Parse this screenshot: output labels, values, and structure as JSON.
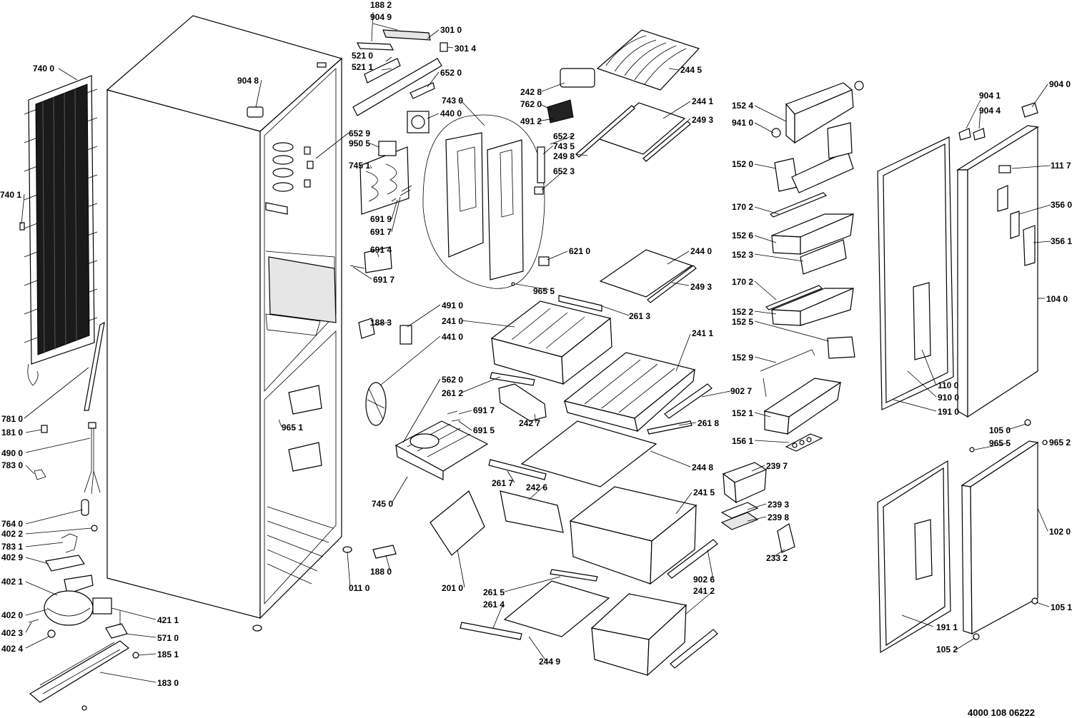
{
  "labels": {
    "l7400": "740 0",
    "l7401": "740 1",
    "l7810": "781 0",
    "l1810": "181 0",
    "l4900": "490 0",
    "l7830": "783 0",
    "l7640": "764 0",
    "l4022": "402 2",
    "l7831": "783 1",
    "l4029": "402 9",
    "l4021": "402 1",
    "l4020": "402 0",
    "l4023": "402 3",
    "l4024": "402 4",
    "l4211": "421 1",
    "l5710": "571 0",
    "l1851": "185 1",
    "l1830": "183 0",
    "l9048": "904 8",
    "l0110": "011 0",
    "l1882": "188 2",
    "l9049": "904 9",
    "l3010": "301 0",
    "l3014": "301 4",
    "l5210": "521 0",
    "l5211": "521 1",
    "l6520": "652 0",
    "l7430": "743 0",
    "l4400": "440 0",
    "l6529": "652 9",
    "l9505": "950 5",
    "l7451": "745 1",
    "l6919": "691 9",
    "l6917a": "691 7",
    "l6914": "691 4",
    "l6917b": "691 7",
    "l1883": "188 3",
    "l4910": "491 0",
    "l2410": "241 0",
    "l4410": "441 0",
    "l5620": "562 0",
    "l2612": "261 2",
    "l6917c": "691 7",
    "l6915": "691 5",
    "l2427": "242 7",
    "l7450": "745 0",
    "l2617": "261 7",
    "l2426": "242 6",
    "l1880": "188 0",
    "l2010": "201 0",
    "l2615": "261 5",
    "l2614": "261 4",
    "l2449": "244 9",
    "l9651": "965 1",
    "l2428": "242 8",
    "l7620": "762 0",
    "l4912": "491 2",
    "l6522": "652 2",
    "l7435": "743 5",
    "l2498": "249 8",
    "l6523": "652 3",
    "l6210": "621 0",
    "l9655a": "965 5",
    "l2613": "261 3",
    "l2445": "244 5",
    "l2441": "244 1",
    "l2493a": "249 3",
    "l2440": "244 0",
    "l2493b": "249 3",
    "l2411": "241 1",
    "l9027": "902 7",
    "l2618": "261 8",
    "l2448": "244 8",
    "l2415": "241 5",
    "l9026": "902 6",
    "l2412": "241 2",
    "l1524": "152 4",
    "l9410": "941 0",
    "l1520": "152 0",
    "l1702a": "170 2",
    "l1526": "152 6",
    "l1523": "152 3",
    "l1702b": "170 2",
    "l1522": "152 2",
    "l1525": "152 5",
    "l1529": "152 9",
    "l1521": "152 1",
    "l1561": "156 1",
    "l2397": "239 7",
    "l2393": "239 3",
    "l2398": "239 8",
    "l2332": "233 2",
    "l9041": "904 1",
    "l9044": "904 4",
    "l9040": "904 0",
    "l1117": "111 7",
    "l3560": "356 0",
    "l3561": "356 1",
    "l1040": "104 0",
    "l1100": "110 0",
    "l9100": "910 0",
    "l1910": "191 0",
    "l1050": "105 0",
    "l9655b": "965 5",
    "l9652": "965 2",
    "l1020": "102 0",
    "l1051": "105 1",
    "l1911": "191 1",
    "l1052": "105 2"
  },
  "document_code": "4000 108 06222"
}
